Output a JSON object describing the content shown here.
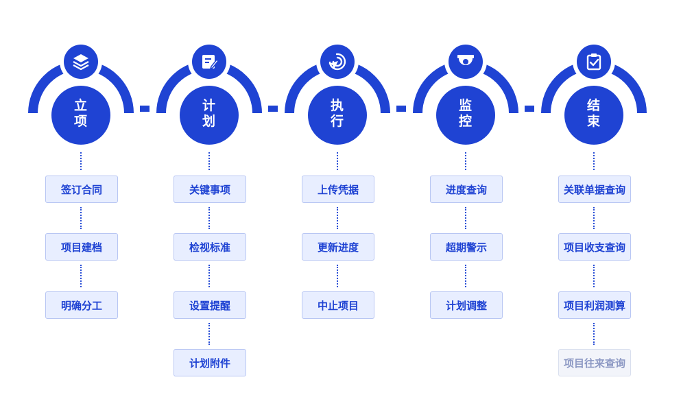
{
  "colors": {
    "primary": "#1f43d3",
    "item_bg": "#e8eeff",
    "item_text": "#1f43d3",
    "disabled_text": "#8d99c4"
  },
  "stages": [
    {
      "icon": "layers-icon",
      "label_line1": "立",
      "label_line2": "项",
      "items": [
        {
          "text": "签订合同"
        },
        {
          "text": "项目建档"
        },
        {
          "text": "明确分工"
        }
      ]
    },
    {
      "icon": "edit-document-icon",
      "label_line1": "计",
      "label_line2": "划",
      "items": [
        {
          "text": "关键事项"
        },
        {
          "text": "检视标准"
        },
        {
          "text": "设置提醒"
        },
        {
          "text": "计划附件"
        }
      ]
    },
    {
      "icon": "target-cursor-icon",
      "label_line1": "执",
      "label_line2": "行",
      "items": [
        {
          "text": "上传凭据"
        },
        {
          "text": "更新进度"
        },
        {
          "text": "中止项目"
        }
      ]
    },
    {
      "icon": "camera-monitor-icon",
      "label_line1": "监",
      "label_line2": "控",
      "items": [
        {
          "text": "进度查询"
        },
        {
          "text": "超期警示"
        },
        {
          "text": "计划调整"
        }
      ]
    },
    {
      "icon": "clipboard-check-icon",
      "label_line1": "结",
      "label_line2": "束",
      "items": [
        {
          "text": "关联单据查询"
        },
        {
          "text": "项目收支查询"
        },
        {
          "text": "项目利润测算"
        },
        {
          "text": "项目往来查询",
          "disabled": true
        }
      ]
    }
  ]
}
